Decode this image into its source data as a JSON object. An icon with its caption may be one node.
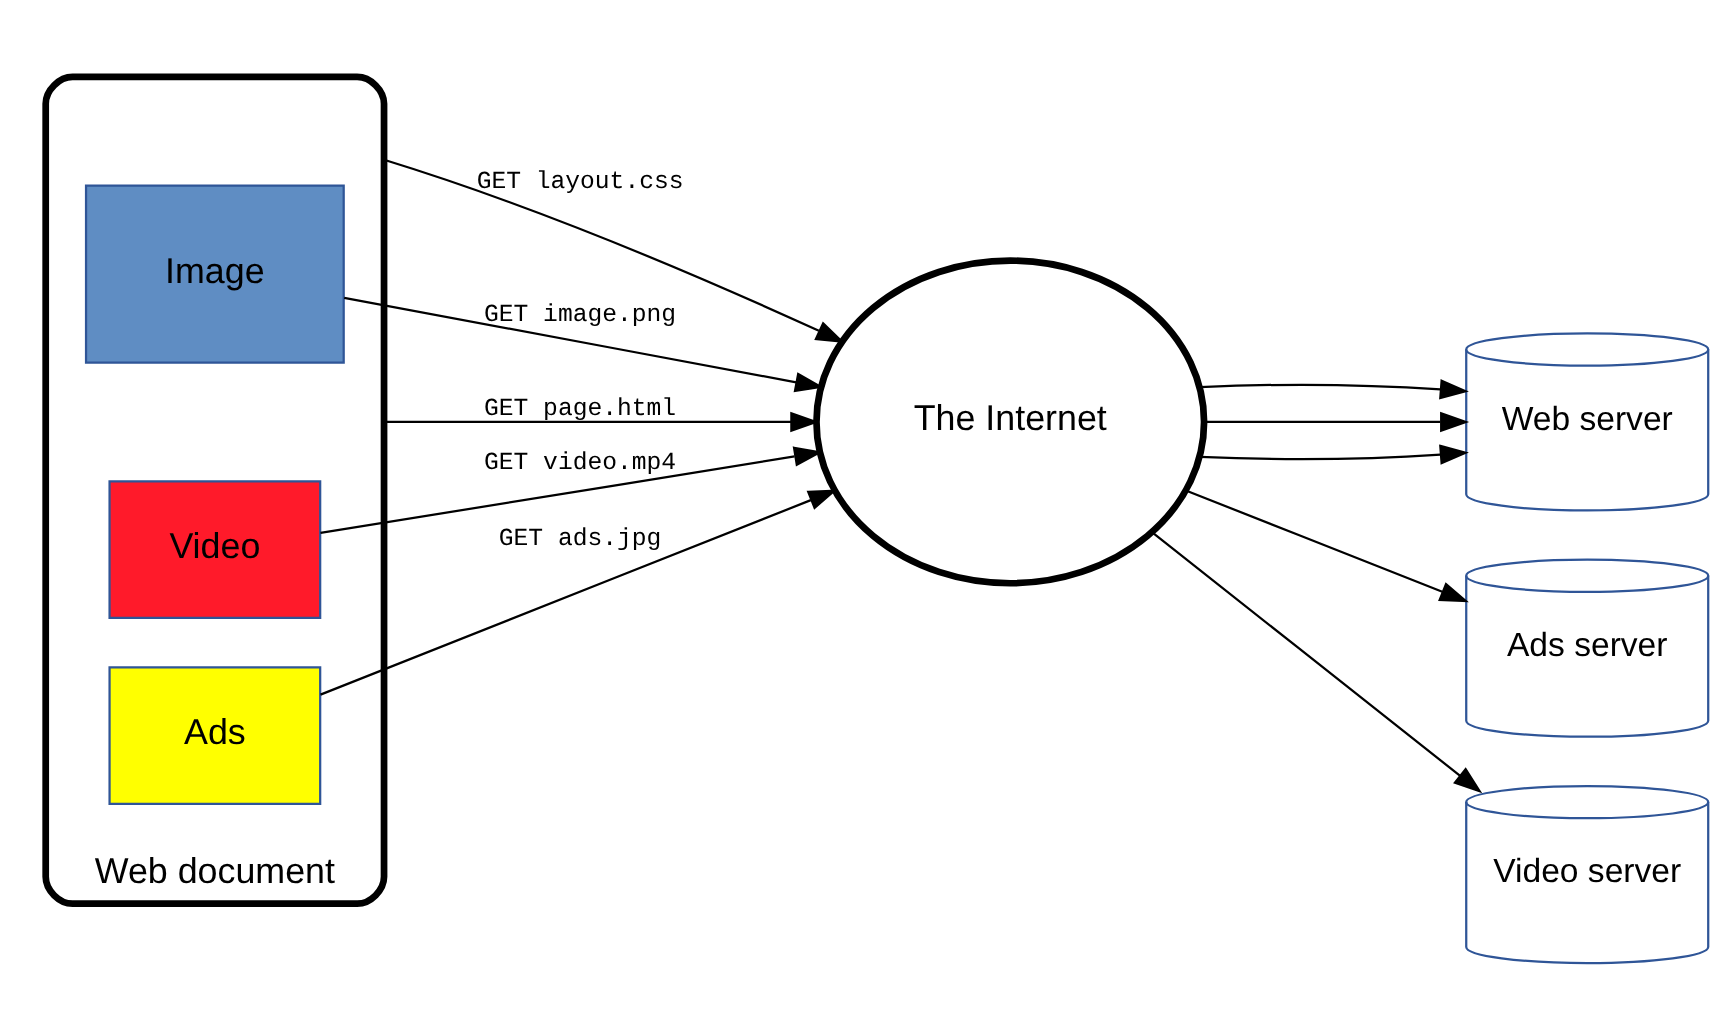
{
  "diagram": {
    "nodes": [
      {
        "text": [
          "Web document"
        ]
      },
      {
        "text": [
          "Image"
        ],
        "in": 0
      },
      {
        "text": [
          "Video"
        ],
        "in": 0
      },
      {
        "text": [
          "Ads"
        ],
        "in": 0
      },
      {
        "text": [
          "The Internet"
        ]
      },
      {
        "text": [
          "Web server"
        ]
      },
      {
        "text": [
          "Ads server"
        ]
      },
      {
        "text": [
          "Video server"
        ]
      }
    ],
    "edges": [
      {
        "from": 0,
        "to": 4,
        "arrow": "to",
        "label": "GET layout.css"
      },
      {
        "from": 1,
        "to": 4,
        "arrow": "to",
        "label": "GET image.png"
      },
      {
        "from": 0,
        "to": 4,
        "arrow": "to",
        "label": "GET page.html"
      },
      {
        "from": 2,
        "to": 4,
        "arrow": "to",
        "label": "GET video.mp4"
      },
      {
        "from": 3,
        "to": 4,
        "arrow": "to",
        "label": "GET ads.jpg"
      },
      {
        "from": 4,
        "to": 5,
        "arrow": "to"
      },
      {
        "from": 4,
        "to": 5,
        "arrow": "to"
      },
      {
        "from": 4,
        "to": 5,
        "arrow": "to"
      },
      {
        "from": 4,
        "to": 6,
        "arrow": "to"
      },
      {
        "from": 4,
        "to": 7,
        "arrow": "to"
      }
    ]
  }
}
